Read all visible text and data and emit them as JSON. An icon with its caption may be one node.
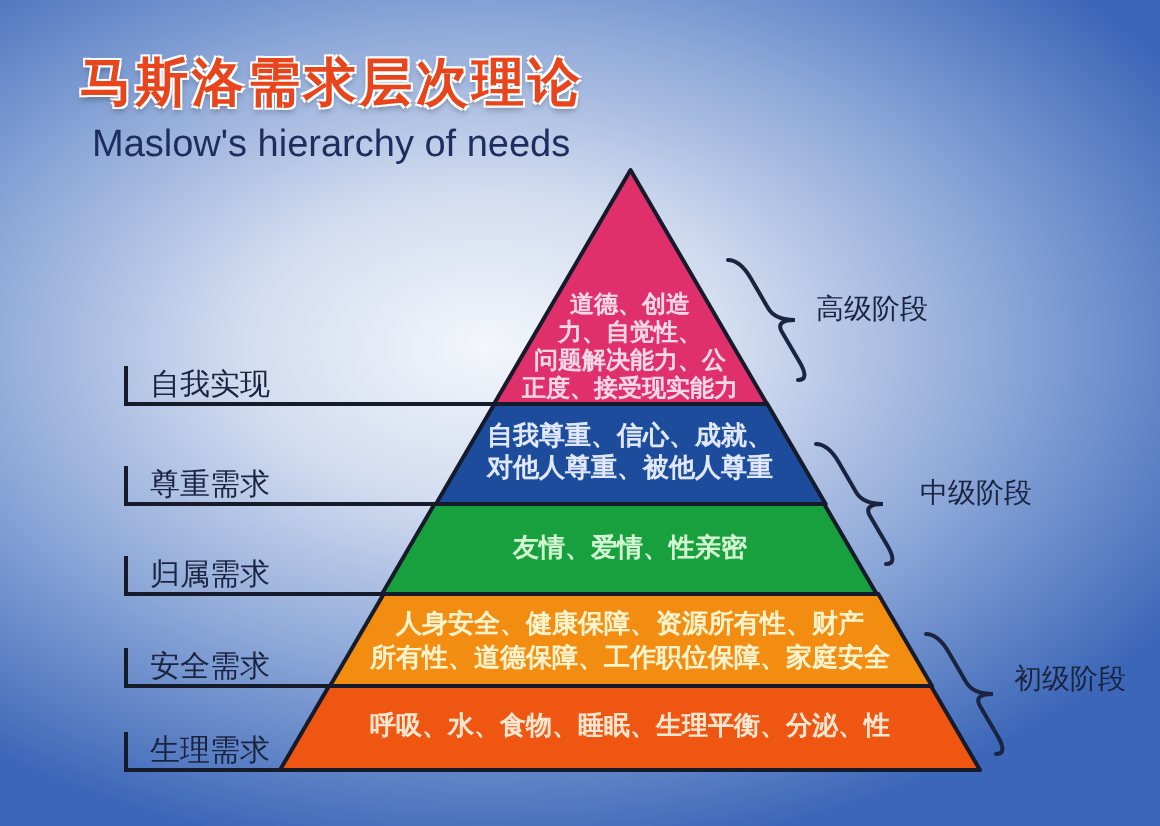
{
  "diagram": {
    "title": "马斯洛需求层次理论",
    "nodes": [
      {
        "text": [
          "道德、创造力、自觉性、问题解决能力、公正度、接受现实能力"
        ]
      },
      {
        "text": [
          "自我尊重、信心、成就、对他人尊重、被他人尊重"
        ]
      },
      {
        "text": [
          "友情、爱情、性亲密"
        ]
      },
      {
        "text": [
          "人身安全、健康保障、资源所有性、财产所有性、道德保障、工作职位保障、家庭安全"
        ]
      },
      {
        "text": [
          "呼吸、水、食物、睡眠、生理平衡、分泌、性"
        ]
      },
      {
        "text": [
          "自我实现"
        ]
      },
      {
        "text": [
          "尊重需求"
        ]
      },
      {
        "text": [
          "归属需求"
        ]
      },
      {
        "text": [
          "安全需求"
        ]
      },
      {
        "text": [
          "生理需求"
        ]
      }
    ],
    "edges": [
      {
        "from": 5,
        "to": 0,
        "arrow": "none"
      },
      {
        "from": 6,
        "to": 1,
        "arrow": "none"
      },
      {
        "from": 7,
        "to": 2,
        "arrow": "none"
      },
      {
        "from": 8,
        "to": 3,
        "arrow": "none"
      },
      {
        "from": 9,
        "to": 4,
        "arrow": "none"
      }
    ],
    "labels": [
      "Maslow's hierarchy of needs",
      "高级阶段",
      "中级阶段",
      "初级阶段"
    ]
  }
}
